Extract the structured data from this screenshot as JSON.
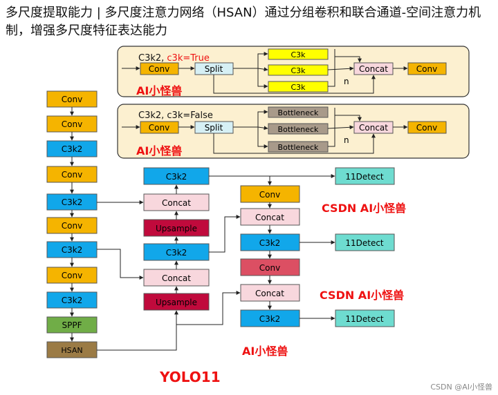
{
  "title": "多尺度提取能力 | 多尺度注意力网络（HSAN）通过分组卷积和联合通道-空间注意力机制，增强多尺度特征表达能力",
  "colors": {
    "conv": "#f5b400",
    "c3k2": "#11a7ea",
    "sppf": "#70ad47",
    "hsan": "#9b7b45",
    "concat": "#f8d7dd",
    "upsample": "#c00a3c",
    "conv_head": "#dc4f63",
    "detect": "#6edcd0",
    "c3k_yellow": "#ffff00",
    "bottleneck": "#a89a8a",
    "panel_bg": "#fcf0d0",
    "red_text": "#ee1111"
  },
  "panel_true": {
    "header_black": "C3k2,",
    "header_red": " c3k=True",
    "conv": "Conv",
    "split": "Split",
    "blocks": [
      "C3k",
      "C3k",
      "C3k"
    ],
    "concat": "Concat",
    "conv_out": "Conv",
    "n": "n",
    "watermark": "AI小怪兽"
  },
  "panel_false": {
    "header": "C3k2, c3k=False",
    "conv": "Conv",
    "split": "Split",
    "blocks": [
      "Bottleneck",
      "Bottleneck",
      "Bottleneck"
    ],
    "concat": "Concat",
    "conv_out": "Conv",
    "n": "n",
    "watermark": "AI小怪兽"
  },
  "backbone": [
    "Conv",
    "Conv",
    "C3k2",
    "Conv",
    "C3k2",
    "Conv",
    "C3k2",
    "Conv",
    "C3k2",
    "SPPF",
    "HSAN"
  ],
  "neck_mid": {
    "c3k2_top": "C3k2",
    "concat_top": "Concat",
    "upsample_top": "Upsample",
    "c3k2_mid": "C3k2",
    "concat_bottom": "Concat",
    "upsample_bottom": "Upsample"
  },
  "head": {
    "conv_top": "Conv",
    "concat_top": "Concat",
    "c3k2_mid": "C3k2",
    "conv_mid": "Conv",
    "concat_bottom": "Concat",
    "c3k2_bottom": "C3k2"
  },
  "detect": [
    "11Detect",
    "11Detect",
    "11Detect"
  ],
  "watermarks": [
    "CSDN AI小怪兽",
    "CSDN AI小怪兽",
    "AI小怪兽"
  ],
  "model_name": "YOLO11",
  "footer": "CSDN @AI小怪兽"
}
